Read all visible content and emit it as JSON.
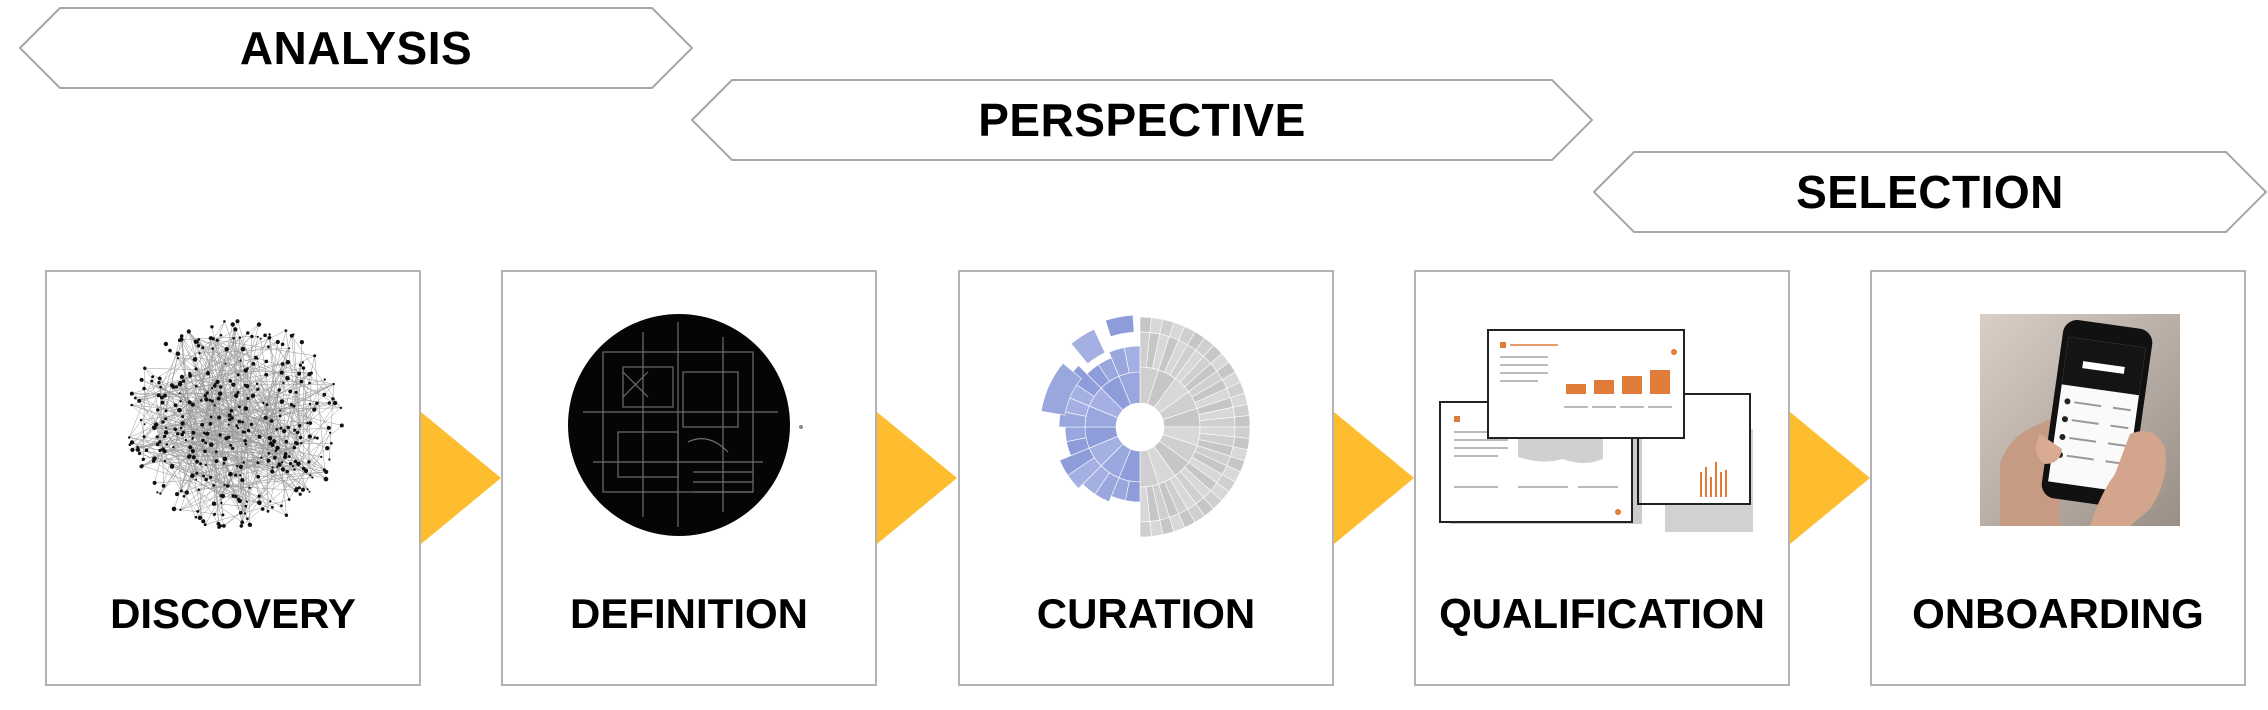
{
  "phases": [
    {
      "label": "ANALYSIS"
    },
    {
      "label": "PERSPECTIVE"
    },
    {
      "label": "SELECTION"
    }
  ],
  "stages": [
    {
      "label": "DISCOVERY",
      "graphic": "network-graph"
    },
    {
      "label": "DEFINITION",
      "graphic": "blueprint-circle"
    },
    {
      "label": "CURATION",
      "graphic": "sunburst-chart"
    },
    {
      "label": "QUALIFICATION",
      "graphic": "report-documents"
    },
    {
      "label": "ONBOARDING",
      "graphic": "mobile-app-phone"
    }
  ],
  "colors": {
    "arrow": "#FDBD2E",
    "box_border": "#B3B3B3",
    "banner_border": "#A6A6A6",
    "sunburst_blue": "#8E9CD9",
    "sunburst_gray": "#CFCFCF",
    "report_orange": "#E07B39"
  }
}
